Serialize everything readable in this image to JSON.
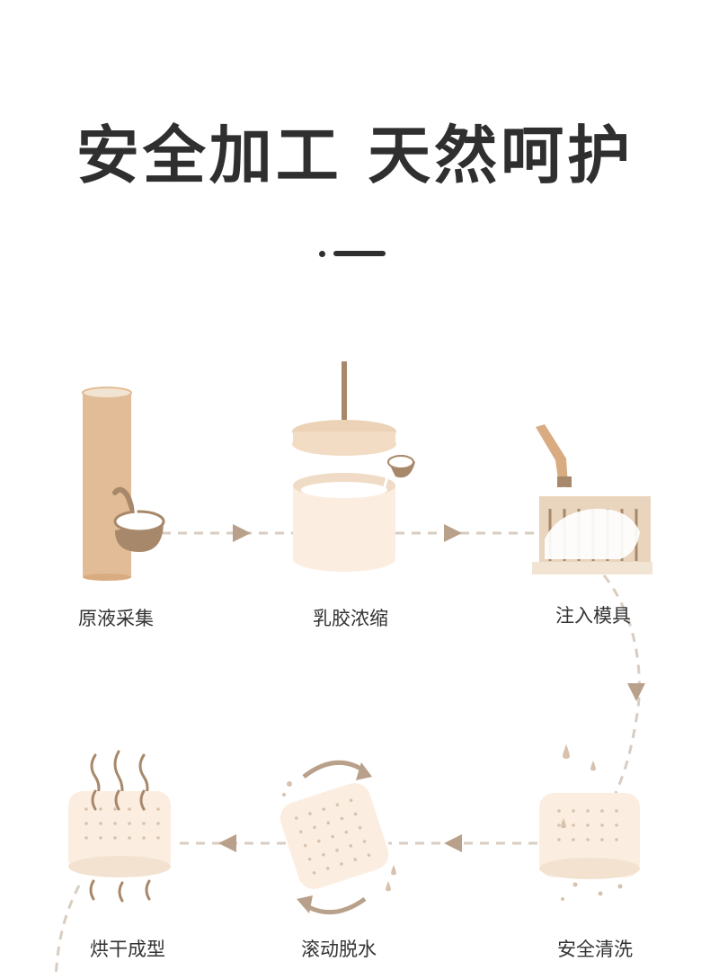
{
  "title": "安全加工  天然呵护",
  "steps": [
    {
      "label": "原液采集"
    },
    {
      "label": "乳胶浓缩"
    },
    {
      "label": "注入模具"
    },
    {
      "label": "安全清洗"
    },
    {
      "label": "滚动脱水"
    },
    {
      "label": "烘干成型"
    }
  ],
  "colors": {
    "title": "#2f2f2f",
    "text": "#333333",
    "tan": "#e2bc96",
    "brown": "#a8886a",
    "cream": "#fbeee0",
    "dash": "#d9cdc2",
    "arrow": "#b8a08a"
  }
}
